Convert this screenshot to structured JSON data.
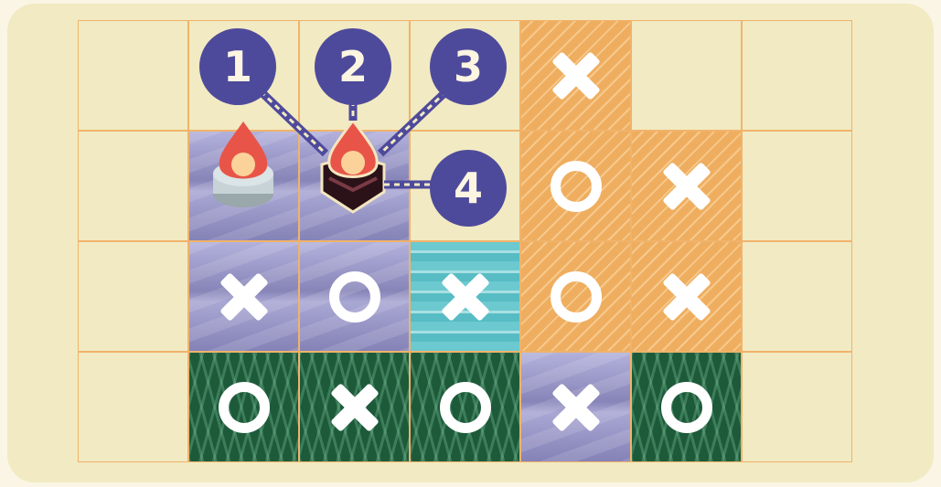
{
  "board": {
    "columns": 7,
    "rows": 4,
    "tiles": [
      {
        "row": 0,
        "col": 4,
        "terrain": "desert",
        "mark": "x"
      },
      {
        "row": 1,
        "col": 1,
        "terrain": "mountain",
        "mark": ""
      },
      {
        "row": 1,
        "col": 2,
        "terrain": "mountain",
        "mark": ""
      },
      {
        "row": 1,
        "col": 4,
        "terrain": "desert",
        "mark": "o"
      },
      {
        "row": 1,
        "col": 5,
        "terrain": "desert",
        "mark": "x"
      },
      {
        "row": 2,
        "col": 1,
        "terrain": "mountain",
        "mark": "x"
      },
      {
        "row": 2,
        "col": 2,
        "terrain": "mountain",
        "mark": "o"
      },
      {
        "row": 2,
        "col": 3,
        "terrain": "water",
        "mark": "x"
      },
      {
        "row": 2,
        "col": 4,
        "terrain": "desert",
        "mark": "o"
      },
      {
        "row": 2,
        "col": 5,
        "terrain": "desert",
        "mark": "x"
      },
      {
        "row": 3,
        "col": 1,
        "terrain": "forest",
        "mark": "o"
      },
      {
        "row": 3,
        "col": 2,
        "terrain": "forest",
        "mark": "x"
      },
      {
        "row": 3,
        "col": 3,
        "terrain": "forest",
        "mark": "o"
      },
      {
        "row": 3,
        "col": 4,
        "terrain": "mountain",
        "mark": "x"
      },
      {
        "row": 3,
        "col": 5,
        "terrain": "forest",
        "mark": "o"
      }
    ]
  },
  "pieces": [
    {
      "name": "candle-flame",
      "row": 1,
      "col": 1
    },
    {
      "name": "campfire",
      "row": 1,
      "col": 2
    }
  ],
  "callouts": [
    "1",
    "2",
    "3",
    "4"
  ],
  "colors": {
    "callout": "#4e4a9b",
    "grid": "#f0b36b",
    "background": "#f2eac2"
  }
}
